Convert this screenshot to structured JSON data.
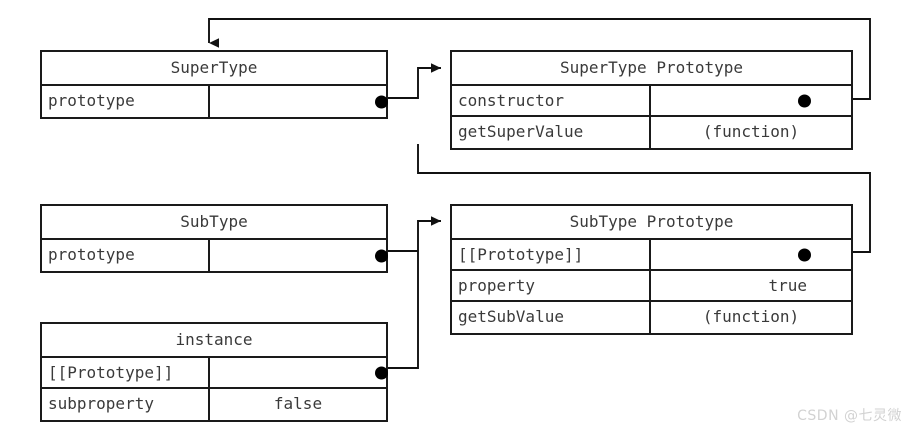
{
  "diagram": {
    "title": "JavaScript prototype chain diagram",
    "line_color": "#1a1a1a",
    "dot_color": "#000000",
    "text_color": "#3a3a3a",
    "background": "#ffffff"
  },
  "boxes": {
    "supertype": {
      "header": "SuperType",
      "rows": [
        {
          "key": "prototype",
          "value": "",
          "value_kind": "pointer-dot"
        }
      ]
    },
    "supertype_prototype": {
      "header": "SuperType Prototype",
      "rows": [
        {
          "key": "constructor",
          "value": "",
          "value_kind": "pointer-dot"
        },
        {
          "key": "getSuperValue",
          "value": "(function)",
          "value_kind": "text-center"
        }
      ]
    },
    "subtype": {
      "header": "SubType",
      "rows": [
        {
          "key": "prototype",
          "value": "",
          "value_kind": "pointer-dot"
        }
      ]
    },
    "subtype_prototype": {
      "header": "SubType Prototype",
      "rows": [
        {
          "key": "[[Prototype]]",
          "value": "",
          "value_kind": "pointer-dot"
        },
        {
          "key": "property",
          "value": "true",
          "value_kind": "text-right"
        },
        {
          "key": "getSubValue",
          "value": "(function)",
          "value_kind": "text-center"
        }
      ]
    },
    "instance": {
      "header": "instance",
      "rows": [
        {
          "key": "[[Prototype]]",
          "value": "",
          "value_kind": "pointer-dot"
        },
        {
          "key": "subproperty",
          "value": "false",
          "value_kind": "text-center"
        }
      ]
    }
  },
  "connectors": [
    {
      "name": "supertype-prototype-to-supertype-prototype-box",
      "from": "supertype.prototype",
      "to": "supertype_prototype",
      "arrow": true
    },
    {
      "name": "constructor-to-supertype-box",
      "from": "supertype_prototype.constructor",
      "to": "supertype",
      "arrow": true
    },
    {
      "name": "subtype-prototype-to-subtype-prototype-box",
      "from": "subtype.prototype",
      "to": "subtype_prototype",
      "arrow": true
    },
    {
      "name": "subtype-proto-internal-to-supertype-prototype-box",
      "from": "subtype_prototype.[[Prototype]]",
      "to": "supertype_prototype",
      "arrow": false
    },
    {
      "name": "instance-internal-to-subtype-prototype-box",
      "from": "instance.[[Prototype]]",
      "to": "subtype_prototype",
      "arrow": true
    }
  ],
  "watermark": {
    "text": "CSDN @七灵微"
  }
}
